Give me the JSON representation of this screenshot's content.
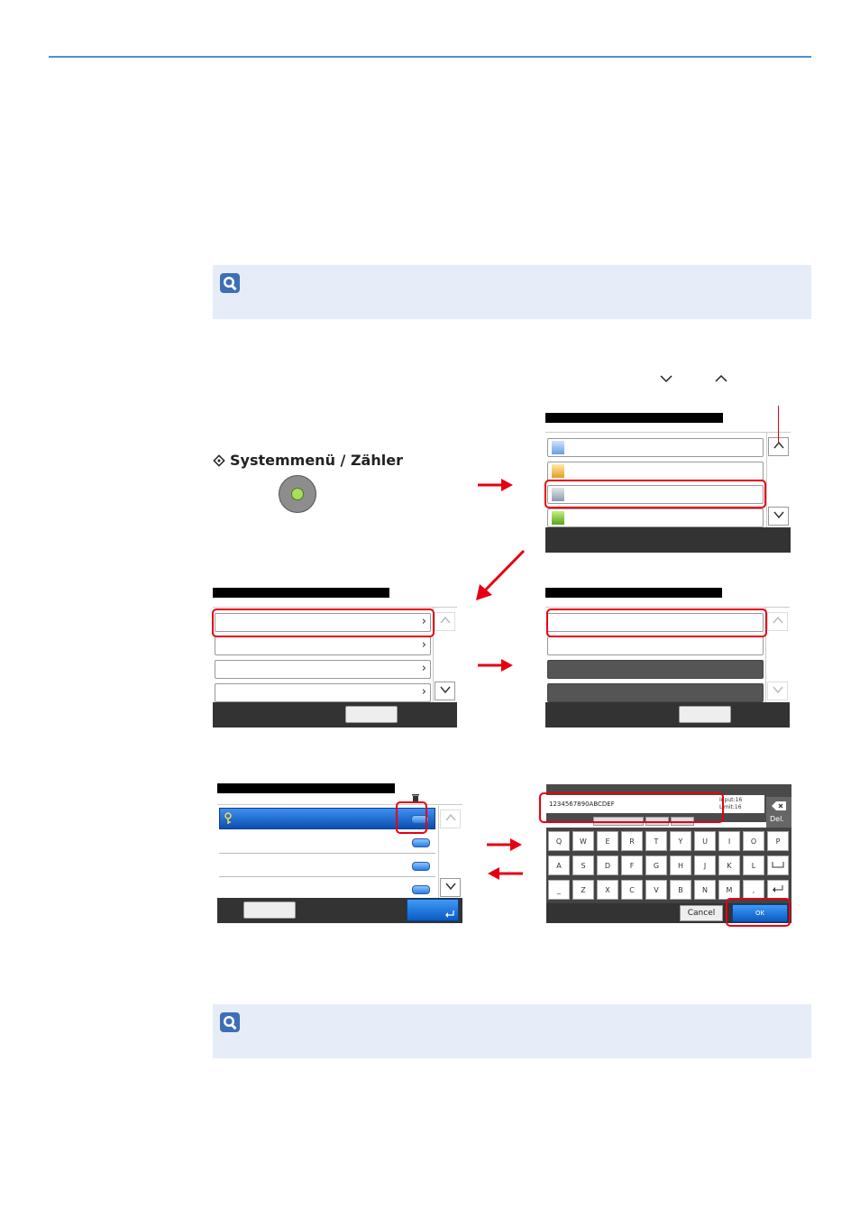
{
  "heading": "Systemmenü / Zähler",
  "notes": [
    "",
    ""
  ],
  "keyboard": {
    "input_value": "1234567890ABCDEF",
    "input_info": "Input:16\nLimit:16",
    "delete_label": "Del.",
    "rows": [
      [
        "Q",
        "W",
        "E",
        "R",
        "T",
        "Y",
        "U",
        "I",
        "O",
        "P"
      ],
      [
        "A",
        "S",
        "D",
        "F",
        "G",
        "H",
        "J",
        "K",
        "L"
      ],
      [
        "_",
        "Z",
        "X",
        "C",
        "V",
        "B",
        "N",
        "M",
        ","
      ]
    ],
    "cancel_label": "Cancel",
    "ok_label": "OK"
  },
  "colors": {
    "accent_line": "#4f8fd6",
    "note_bg": "#e6ecf8",
    "highlight": "#e60012",
    "arrow": "#e60012"
  }
}
